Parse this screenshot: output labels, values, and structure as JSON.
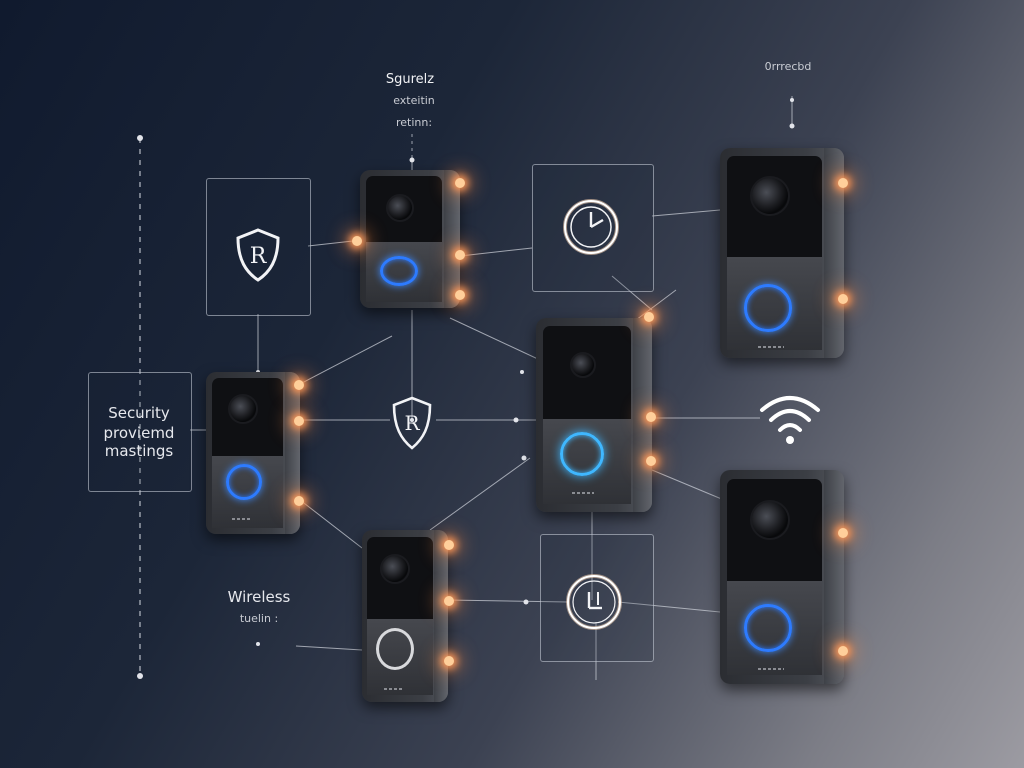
{
  "labels": {
    "top_title": "Sgurelz",
    "top_sub1": "exteitin",
    "top_sub2": "retinn:",
    "top_right_title": "0rrrecbd",
    "top_right_sub": "",
    "left_box_line1": "Security",
    "left_box_line2": "proviemd",
    "left_box_line3": "mastings",
    "wireless_title": "Wireless",
    "wireless_sub": "tuelin  :"
  },
  "icons": {
    "shield": "shield-icon",
    "clock": "clock-icon",
    "wifi": "wifi-icon"
  },
  "colors": {
    "ring_blue": "#2d7bff",
    "ring_cyan": "#3fb7ff",
    "glow": "#ff9a5a",
    "line": "#c9cdd6"
  }
}
